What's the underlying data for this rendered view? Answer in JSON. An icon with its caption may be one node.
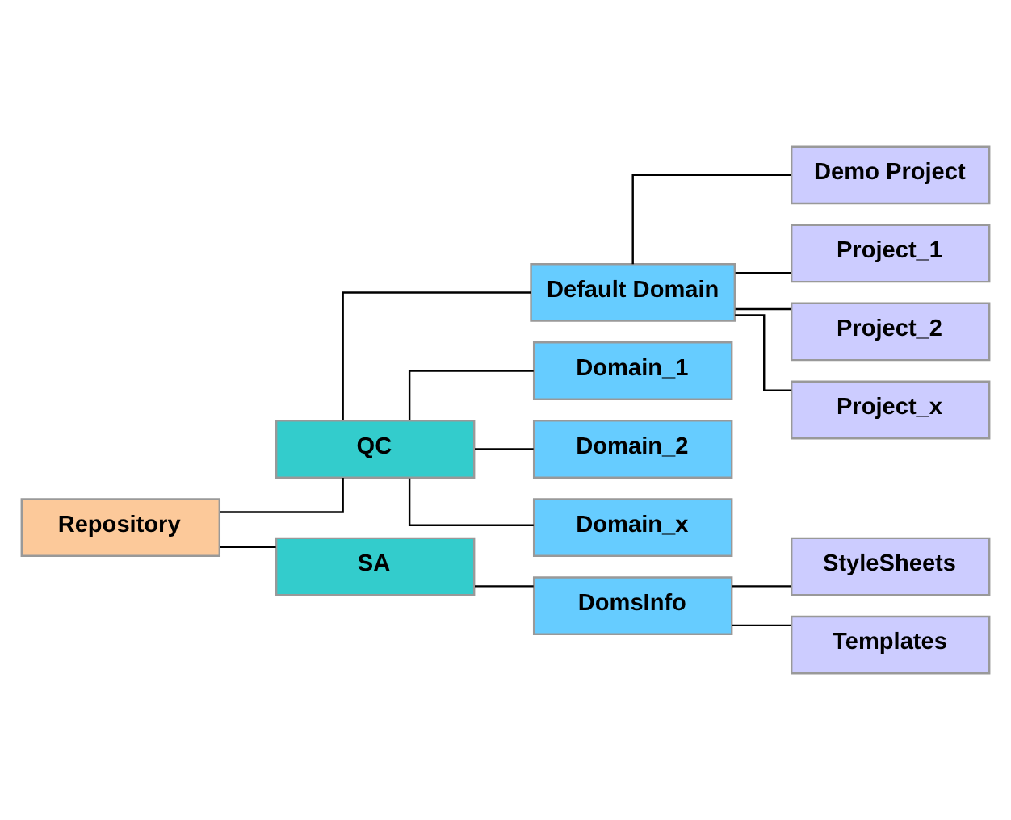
{
  "diagram": {
    "nodes": [
      {
        "text": [
          "Repository"
        ]
      },
      {
        "text": [
          "QC"
        ]
      },
      {
        "text": [
          "SA"
        ]
      },
      {
        "text": [
          "Default Domain"
        ]
      },
      {
        "text": [
          "Demo Project"
        ]
      },
      {
        "text": [
          "Project_1"
        ]
      },
      {
        "text": [
          "Project_2"
        ]
      },
      {
        "text": [
          "Project_x"
        ]
      },
      {
        "text": [
          "Domain_1"
        ]
      },
      {
        "text": [
          "Domain_2"
        ]
      },
      {
        "text": [
          "Domain_x"
        ]
      },
      {
        "text": [
          "DomsInfo"
        ]
      },
      {
        "text": [
          "StyleSheets"
        ]
      },
      {
        "text": [
          "Templates"
        ]
      }
    ],
    "edges": [
      {
        "from": 0,
        "to": 1,
        "arrow": "none"
      },
      {
        "from": 0,
        "to": 2,
        "arrow": "none"
      },
      {
        "from": 1,
        "to": 3,
        "arrow": "none"
      },
      {
        "from": 3,
        "to": 4,
        "arrow": "none"
      },
      {
        "from": 3,
        "to": 5,
        "arrow": "none"
      },
      {
        "from": 3,
        "to": 6,
        "arrow": "none"
      },
      {
        "from": 3,
        "to": 7,
        "arrow": "none"
      },
      {
        "from": 1,
        "to": 8,
        "arrow": "none"
      },
      {
        "from": 1,
        "to": 9,
        "arrow": "none"
      },
      {
        "from": 1,
        "to": 10,
        "arrow": "none"
      },
      {
        "from": 2,
        "to": 11,
        "arrow": "none"
      },
      {
        "from": 11,
        "to": 12,
        "arrow": "none"
      },
      {
        "from": 11,
        "to": 13,
        "arrow": "none"
      }
    ]
  }
}
